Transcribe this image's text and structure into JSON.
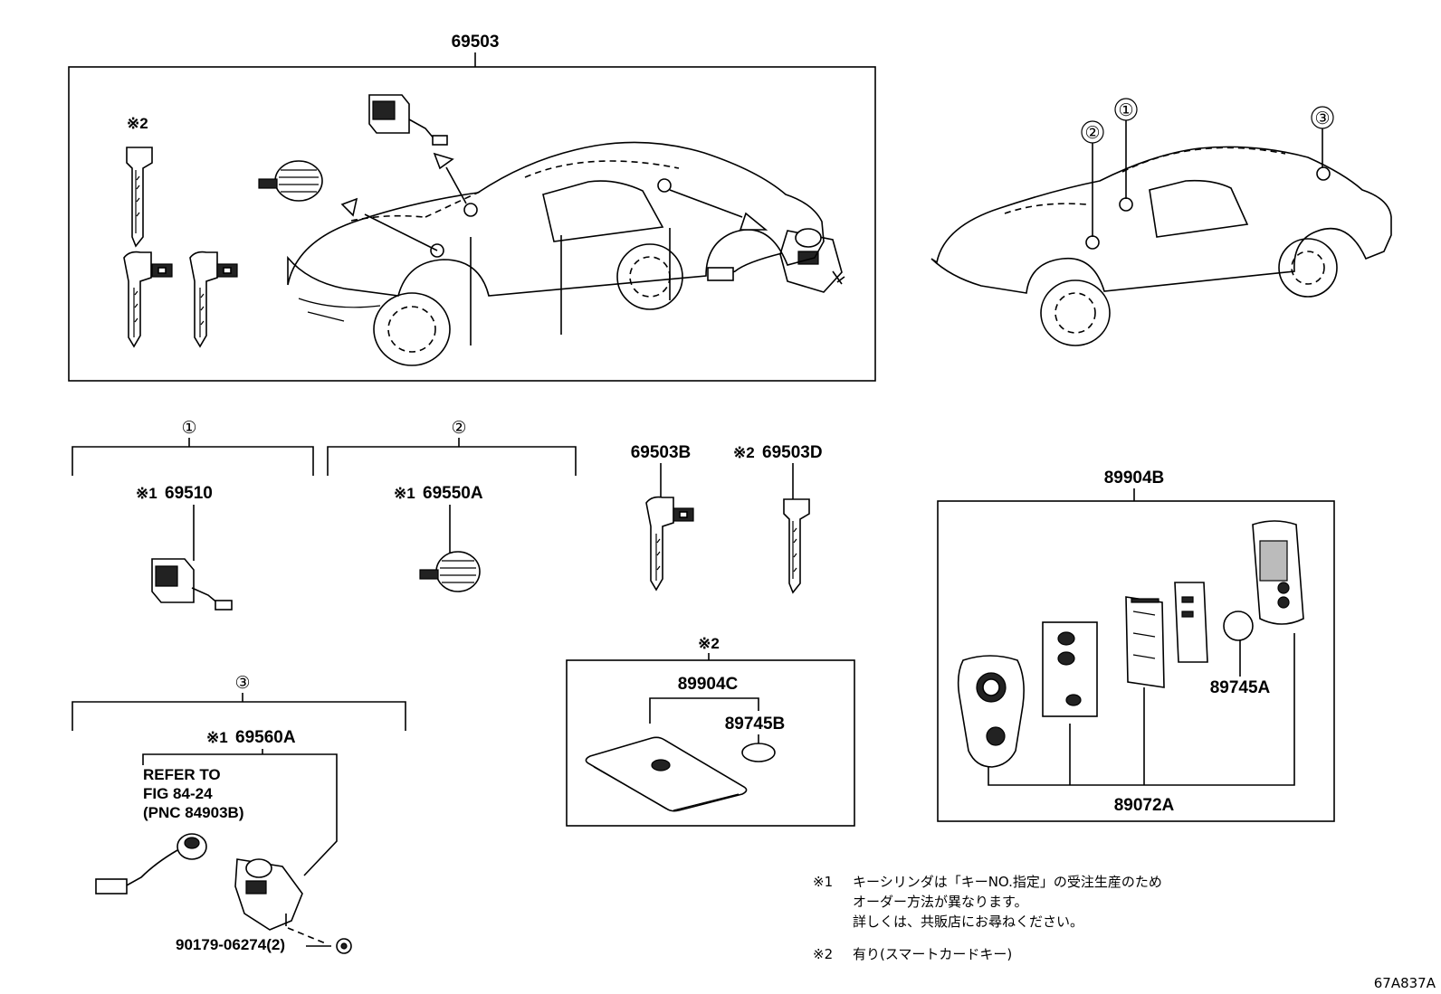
{
  "labels": {
    "assembly": "69503",
    "key_with_head_b": "69503B",
    "key_plain_d": "69503D",
    "cylinder_1": "69510",
    "cylinder_2": "69550A",
    "cylinder_3": "69560A",
    "card_key_set": "89904B",
    "card_key": "89904C",
    "battery_b": "89745B",
    "battery_a": "89745A",
    "transmitter": "89072A",
    "screw": "90179-06274(2)",
    "drawing_id": "67A837A"
  },
  "marks": {
    "note1": "※1",
    "note2": "※2"
  },
  "refer": {
    "line1": "REFER TO",
    "line2": "FIG 84-24",
    "line3": "(PNC 84903B)"
  },
  "location_circles": {
    "one": "①",
    "two": "②",
    "three": "③"
  },
  "notes": {
    "n1_mark": "※1",
    "n1_line1": "キーシリンダは「キーNO.指定」の受注生産のため",
    "n1_line2": "オーダー方法が異なります。",
    "n1_line3": "詳しくは、共販店にお尋ねください。",
    "n2_mark": "※2",
    "n2_line1": "有り(スマートカードキー)"
  }
}
